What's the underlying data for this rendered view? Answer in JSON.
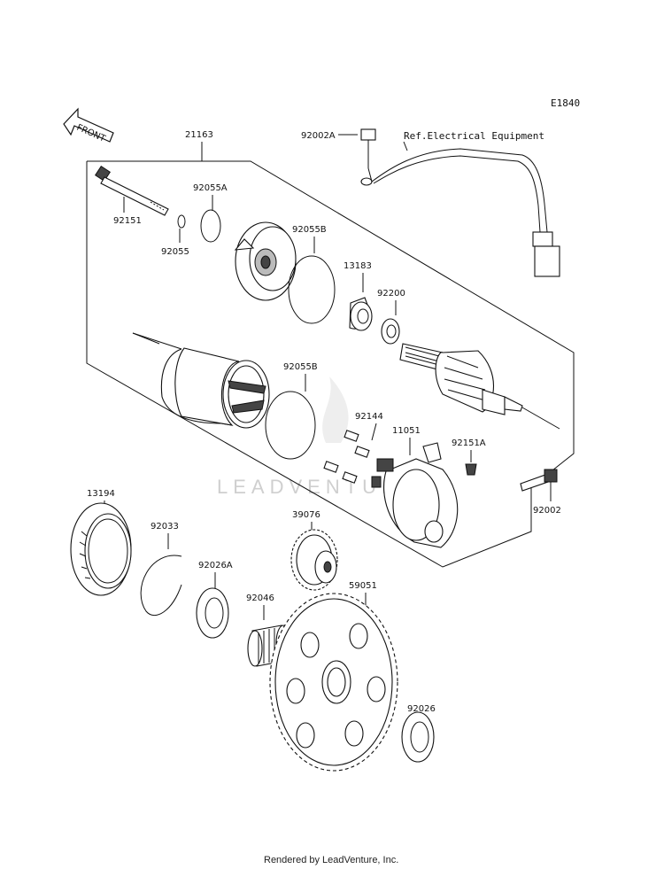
{
  "diagram_code": "E1840",
  "front_label": "FRONT",
  "ref_label": "Ref.Electrical Equipment",
  "watermark": "LEADVENTURE",
  "footer": "Rendered by LeadVenture, Inc.",
  "parts": {
    "p21163": "21163",
    "p92002A": "92002A",
    "p92055A": "92055A",
    "p92151": "92151",
    "p92055": "92055",
    "p92055B_top": "92055B",
    "p13183": "13183",
    "p92200": "92200",
    "p92055B_mid": "92055B",
    "p92144": "92144",
    "p11051": "11051",
    "p92151A": "92151A",
    "p92002": "92002",
    "p13194": "13194",
    "p92033": "92033",
    "p39076": "39076",
    "p92026A": "92026A",
    "p59051": "59051",
    "p92046": "92046",
    "p92026": "92026"
  }
}
